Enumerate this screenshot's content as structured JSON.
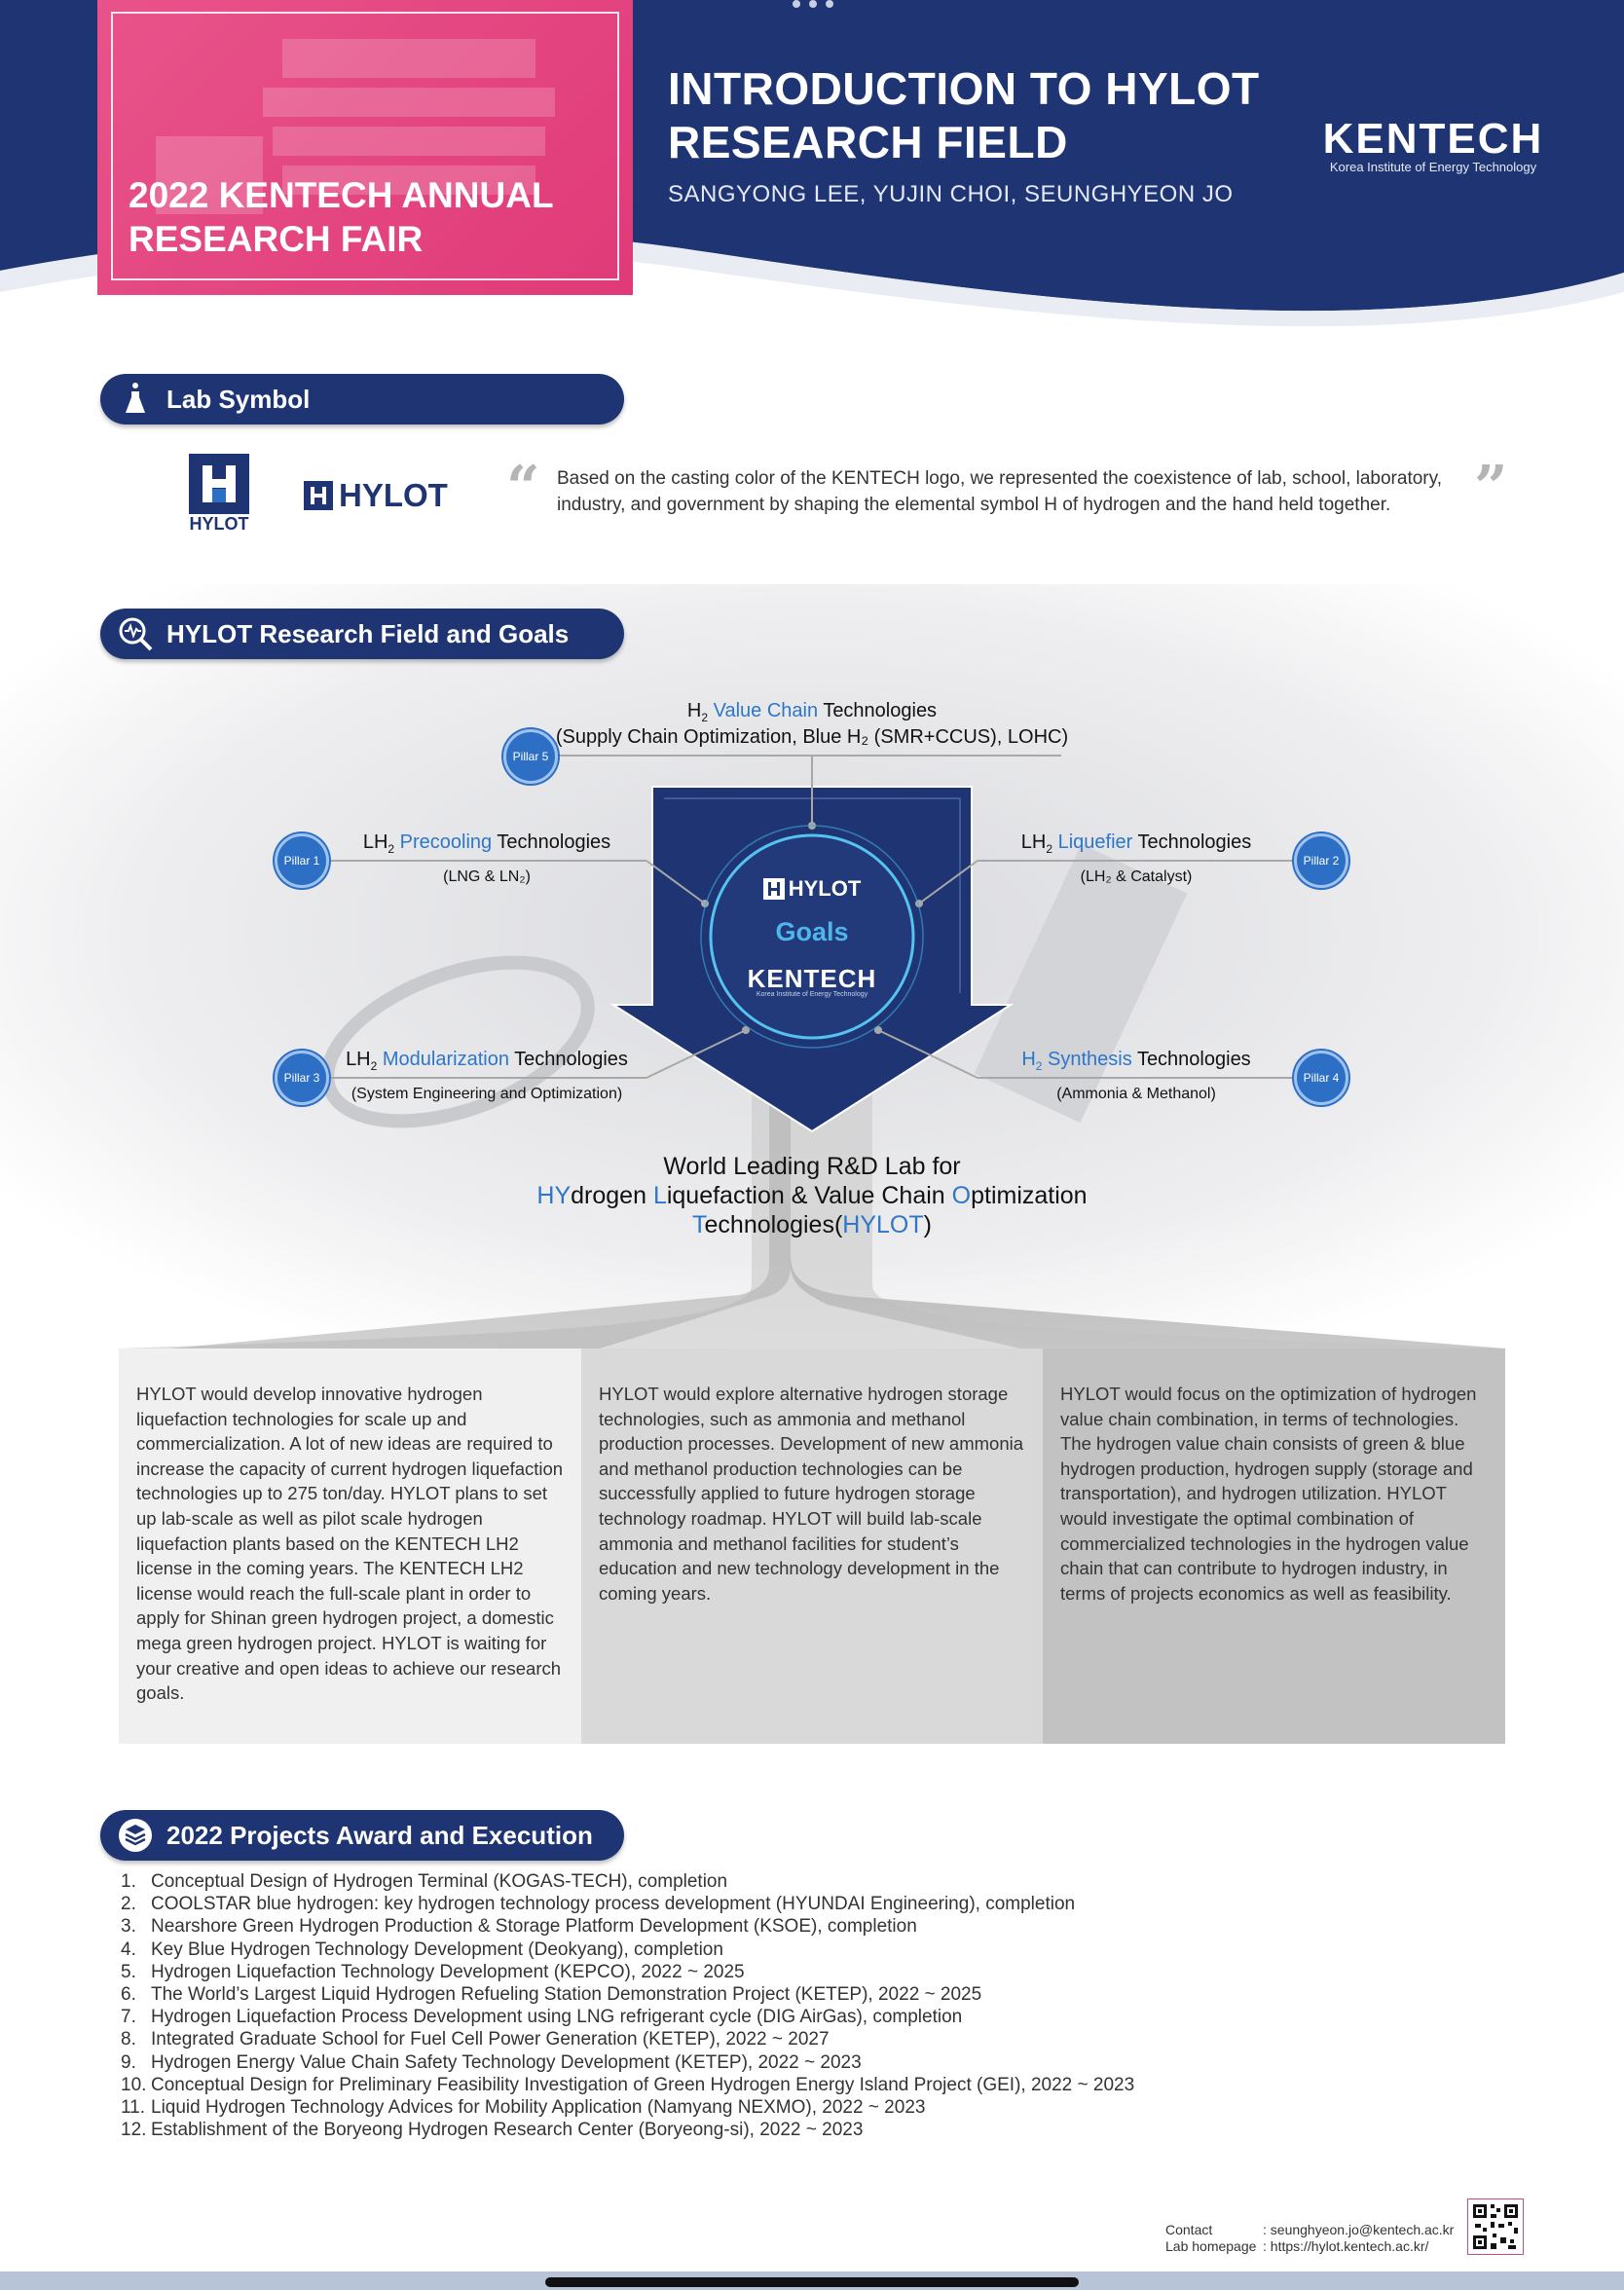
{
  "banner": {
    "fair_title": "2022 KENTECH ANNUAL RESEARCH FAIR",
    "main_title": "INTRODUCTION TO HYLOT RESEARCH FIELD",
    "authors": "SANGYONG LEE, YUJIN CHOI, SEUNGHYEON JO",
    "logo": "KENTECH",
    "logo_sub": "Korea Institute of Energy Technology",
    "navy_color": "#1f3573",
    "pink_color": "#e24a81"
  },
  "lab_symbol": {
    "heading": "Lab Symbol",
    "symbol_caption": "HYLOT",
    "wordmark": "HYLOT",
    "description": "Based on the casting color of the KENTECH logo, we represented the coexistence of lab, school, laboratory, industry, and government by shaping the elemental symbol H of hydrogen and the hand held together."
  },
  "research": {
    "heading": "HYLOT Research Field and Goals",
    "center": {
      "hylot": "HYLOT",
      "goals": "Goals",
      "kentech": "KENTECH",
      "kentech_sub": "Korea Institute of Energy Technology"
    },
    "pillars": {
      "p1": {
        "badge": "Pillar 1",
        "pre": "LH",
        "sub": "2",
        "key": "Precooling",
        "post": "Technologies",
        "detail": "(LNG & LN₂)"
      },
      "p2": {
        "badge": "Pillar 2",
        "pre": "LH",
        "sub": "2",
        "key": "Liquefier",
        "post": "Technologies",
        "detail": "(LH₂ & Catalyst)"
      },
      "p3": {
        "badge": "Pillar 3",
        "pre": "LH",
        "sub": "2",
        "key": "Modularization",
        "post": "Technologies",
        "detail": "(System Engineering and Optimization)"
      },
      "p4": {
        "badge": "Pillar 4",
        "pre": "H",
        "sub": "2",
        "key": "Synthesis",
        "post": "Technologies",
        "detail": "(Ammonia & Methanol)"
      },
      "p5": {
        "badge": "Pillar 5",
        "pre": "H",
        "sub": "2",
        "key": "Value Chain",
        "post": "Technologies",
        "detail": "(Supply Chain Optimization, Blue H₂ (SMR+CCUS), LOHC)"
      }
    },
    "goal_line1": "World Leading R&D Lab for",
    "goal_line2_parts": [
      "HY",
      "drogen ",
      "L",
      "iquefaction & Value Chain ",
      "O",
      "ptimization"
    ],
    "goal_line3_parts": [
      "T",
      "echnologies(",
      "HYLOT",
      ")"
    ]
  },
  "columns": [
    "HYLOT would develop innovative hydrogen liquefaction technologies for scale up and commercialization. A lot of new ideas are required to increase the capacity of current hydrogen liquefaction technologies up to 275 ton/day. HYLOT plans to set up lab-scale as well as pilot scale hydrogen liquefaction plants based on the KENTECH LH2 license in the coming years. The KENTECH LH2 license would reach the full-scale plant in order to apply for Shinan green hydrogen project, a domestic mega green hydrogen project. HYLOT is waiting for your creative and open ideas to achieve our research goals.",
    "HYLOT would explore alternative hydrogen storage technologies, such as ammonia and methanol production processes. Development of new ammonia and methanol production technologies can be successfully applied to future hydrogen storage technology roadmap. HYLOT will build lab-scale ammonia and methanol facilities for student’s education and new technology development in the coming years.",
    "HYLOT would focus on the optimization of hydrogen value chain combination, in terms of technologies. The hydrogen value chain consists of green & blue hydrogen production, hydrogen supply (storage and transportation), and hydrogen utilization. HYLOT would investigate the optimal combination of commercialized technologies in the hydrogen value chain that can contribute to hydrogen industry, in terms of projects economics as well as feasibility."
  ],
  "projects": {
    "heading": "2022 Projects Award and Execution",
    "items": [
      {
        "num": "1.",
        "text": "Conceptual Design of Hydrogen Terminal (KOGAS-TECH), completion"
      },
      {
        "num": "2.",
        "text": "COOLSTAR blue hydrogen: key hydrogen technology process development (HYUNDAI Engineering), completion"
      },
      {
        "num": "3.",
        "text": "Nearshore Green Hydrogen Production & Storage Platform Development (KSOE), completion"
      },
      {
        "num": "4.",
        "text": "Key Blue Hydrogen Technology Development (Deokyang), completion"
      },
      {
        "num": "5.",
        "text": "Hydrogen Liquefaction Technology Development (KEPCO), 2022 ~ 2025"
      },
      {
        "num": "6.",
        "text": "The World’s Largest Liquid Hydrogen Refueling Station Demonstration Project (KETEP), 2022 ~ 2025"
      },
      {
        "num": "7.",
        "text": "Hydrogen Liquefaction Process Development using LNG refrigerant cycle (DIG AirGas), completion"
      },
      {
        "num": "8.",
        "text": "Integrated Graduate School for Fuel Cell Power Generation (KETEP), 2022 ~ 2027"
      },
      {
        "num": "9.",
        "text": "Hydrogen Energy Value Chain Safety Technology Development (KETEP), 2022 ~ 2023"
      },
      {
        "num": "10.",
        "text": "Conceptual Design for Preliminary Feasibility Investigation of Green Hydrogen Energy Island Project (GEI), 2022 ~ 2023"
      },
      {
        "num": "11.",
        "text": "Liquid Hydrogen Technology Advices for Mobility Application (Namyang NEXMO), 2022 ~ 2023"
      },
      {
        "num": "12.",
        "text": "Establishment of the Boryeong Hydrogen Research Center (Boryeong-si), 2022 ~ 2023"
      }
    ]
  },
  "contact": {
    "contact_label": "Contact",
    "contact_value": ": seunghyeon.jo@kentech.ac.kr",
    "homepage_label": "Lab homepage",
    "homepage_value": ": https://hylot.kentech.ac.kr/"
  }
}
